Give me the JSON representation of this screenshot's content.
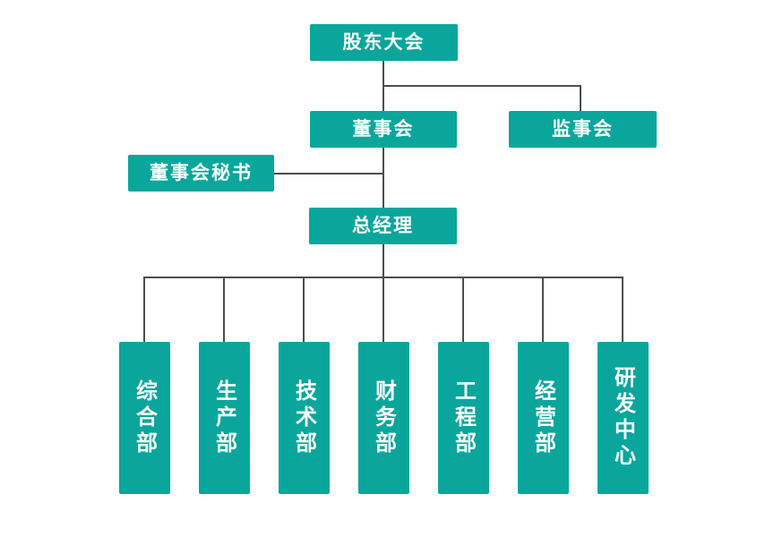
{
  "org_chart": {
    "nodes": {
      "shareholders": {
        "label": "股东大会"
      },
      "board": {
        "label": "董事会"
      },
      "supervisory": {
        "label": "监事会"
      },
      "secretary": {
        "label": "董事会秘书"
      },
      "general_manager": {
        "label": "总经理"
      },
      "departments": [
        {
          "label": "综合部"
        },
        {
          "label": "生产部"
        },
        {
          "label": "技术部"
        },
        {
          "label": "财务部"
        },
        {
          "label": "工程部"
        },
        {
          "label": "经营部"
        },
        {
          "label": "研发中心"
        }
      ]
    },
    "colors": {
      "box_fill": "#0aa69c",
      "box_text": "#ffffff",
      "connector": "#4d4d4d",
      "background": "#ffffff"
    }
  }
}
